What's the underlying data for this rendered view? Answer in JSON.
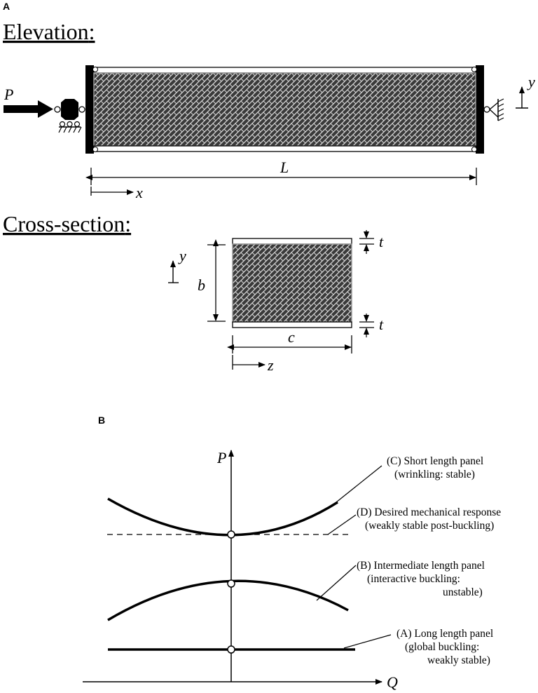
{
  "panel_a": {
    "label": "A",
    "elevation_heading": "Elevation",
    "elevation_colon": ":",
    "cross_section_heading": "Cross-section",
    "cross_section_colon": ":",
    "load_symbol": "P",
    "length_symbol": "L",
    "x_axis_symbol": "x",
    "y_axis_symbol": "y",
    "z_axis_symbol": "z",
    "depth_symbol": "b",
    "width_symbol": "c",
    "thickness_symbol": "t"
  },
  "panel_b": {
    "label": "B",
    "axis_p": "P",
    "axis_q": "Q",
    "curves": [
      {
        "key": "C",
        "line1": "(C) Short length panel",
        "line2": "(wrinkling: stable)",
        "line3": ""
      },
      {
        "key": "D",
        "line1": "(D) Desired mechanical response",
        "line2": "(weakly stable post-buckling)",
        "line3": ""
      },
      {
        "key": "B",
        "line1": "(B) Intermediate length panel",
        "line2": "(interactive buckling:",
        "line3": "unstable)"
      },
      {
        "key": "A",
        "line1": "(A) Long length panel",
        "line2": "(global buckling:",
        "line3": "weakly stable)"
      }
    ]
  },
  "colors": {
    "ink": "#000000",
    "core_fill": "#3a3a3a",
    "core_pattern": "#d8d8d8",
    "face_edge": "#9a9a9a"
  }
}
